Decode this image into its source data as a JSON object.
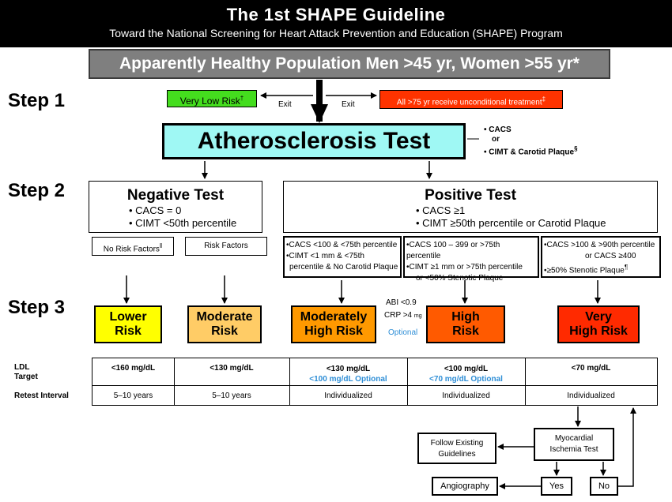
{
  "header": {
    "title": "The 1st SHAPE Guideline",
    "subtitle": "Toward the National Screening for Heart Attack Prevention and Education (SHAPE) Program"
  },
  "population": "Apparently Healthy Population Men >45 yr, Women >55 yr*",
  "steps": {
    "s1": "Step 1",
    "s2": "Step 2",
    "s3": "Step 3"
  },
  "exit_left": {
    "label": "Very Low Risk",
    "mark": "†",
    "arrow_label": "Exit"
  },
  "exit_right": {
    "label": "All >75 yr receive unconditional treatment",
    "mark": "‡",
    "arrow_label": "Exit"
  },
  "atherosclerosis": {
    "title": "Atherosclerosis Test",
    "options": [
      "• CACS",
      "or",
      "• CIMT & Carotid Plaque"
    ],
    "option_mark": "§"
  },
  "negative": {
    "title": "Negative Test",
    "bullets": [
      "CACS = 0",
      "CIMT <50th percentile"
    ]
  },
  "positive": {
    "title": "Positive Test",
    "bullets": [
      "CACS ≥1",
      "CIMT ≥50th percentile or Carotid Plaque"
    ]
  },
  "sub_neg": {
    "no_rf": "No Risk Factors",
    "no_rf_mark": "‖",
    "rf": "Risk Factors"
  },
  "criteria": {
    "c1": [
      "•CACS <100 & <75th percentile",
      "•CIMT <1 mm & <75th",
      "percentile & No Carotid Plaque"
    ],
    "c2": [
      "•CACS 100 – 399 or >75th percentile",
      "•CIMT ≥1 mm or >75th percentile",
      "or <50% Stenotic Plaque"
    ],
    "c3": [
      "•CACS >100 & >90th percentile",
      "or CACS ≥400",
      "•≥50% Stenotic Plaque"
    ],
    "c3_mark": "¶"
  },
  "risks": {
    "lower": [
      "Lower",
      "Risk"
    ],
    "moderate": [
      "Moderate",
      "Risk"
    ],
    "mod_high": [
      "Moderately",
      "High Risk"
    ],
    "high": [
      "High",
      "Risk"
    ],
    "very_high": [
      "Very",
      "High Risk"
    ]
  },
  "optional_side": {
    "abi": "ABI <0.9",
    "crp": "CRP >4",
    "crp_unit": "mg",
    "optional": "Optional"
  },
  "colors": {
    "lower": "#ffff00",
    "moderate": "#ffcc66",
    "mod_high": "#ff9900",
    "high": "#ff5a00",
    "very_high": "#ff2a00",
    "optional_text": "#2e8ed6"
  },
  "table": {
    "row1_label": [
      "LDL",
      "Target"
    ],
    "row2_label": "Retest Interval",
    "ldl": [
      "<160 mg/dL",
      "<130 mg/dL",
      "<130 mg/dL",
      "<100 mg/dL",
      "<70 mg/dL"
    ],
    "ldl_optional": [
      "",
      "",
      "<100 mg/dL Optional",
      "<70 mg/dL Optional",
      ""
    ],
    "retest": [
      "5–10 years",
      "5–10 years",
      "Individualized",
      "Individualized",
      "Individualized"
    ]
  },
  "flow": {
    "follow": [
      "Follow Existing",
      "Guidelines"
    ],
    "myocardial": [
      "Myocardial",
      "Ischemia Test"
    ],
    "angiography": "Angiography",
    "yes": "Yes",
    "no": "No"
  }
}
